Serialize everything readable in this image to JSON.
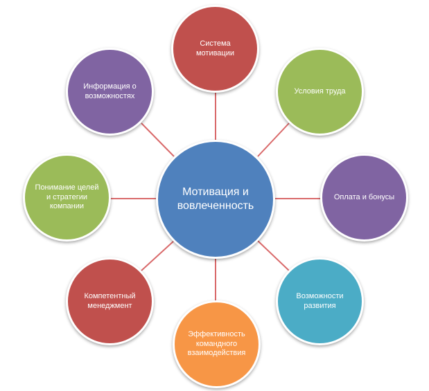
{
  "diagram": {
    "center": {
      "label": "Мотивация и вовлеченность",
      "color": "#4f81bd"
    },
    "nodes": [
      {
        "label": "Система мотивации",
        "color": "#c0504d"
      },
      {
        "label": "Условия труда",
        "color": "#9bbb59"
      },
      {
        "label": "Оплата и бонусы",
        "color": "#8064a2"
      },
      {
        "label": "Возможности развития",
        "color": "#4bacc6"
      },
      {
        "label": "Эффективность командного взаимодействия",
        "color": "#f79646"
      },
      {
        "label": "Компетентный менеджмент",
        "color": "#c0504d"
      },
      {
        "label": "Понимание целей и стратегии компании",
        "color": "#9bbb59"
      },
      {
        "label": "Информация о возможностях",
        "color": "#8064a2"
      }
    ],
    "connector_color": "#d9696a"
  }
}
